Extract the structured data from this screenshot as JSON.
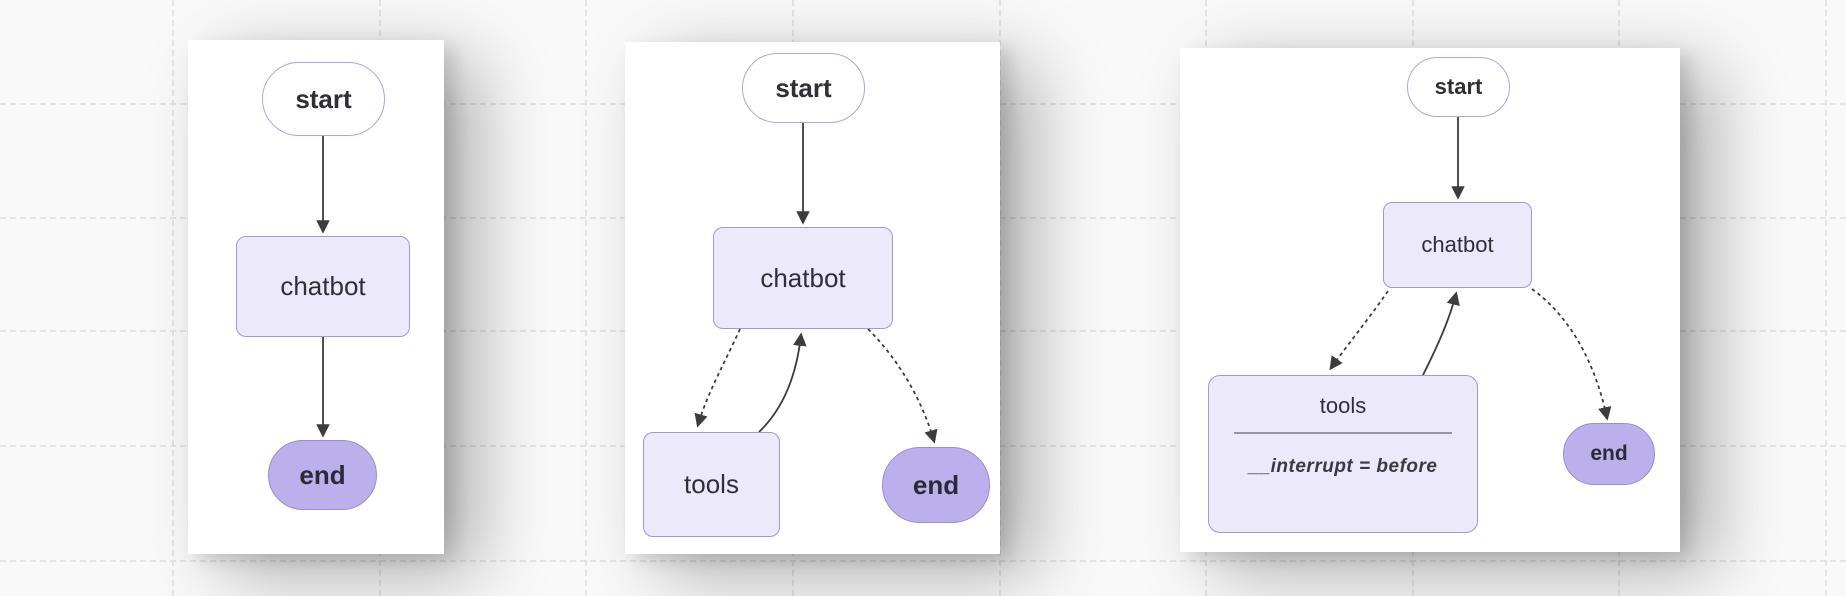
{
  "colors": {
    "canvas_bg": "#f9f9f9",
    "grid_line": "#e4e4e4",
    "panel_bg": "#ffffff",
    "node_fill": "#ece9fa",
    "node_border": "#a295da",
    "start_fill": "#ffffff",
    "start_border": "#b1a4e0",
    "end_fill": "#bcb0ec",
    "end_border": "#9c8bd6",
    "edge_color": "#3c3c3c",
    "text_color": "#2f2f38"
  },
  "panels": [
    {
      "nodes": {
        "start": "start",
        "chatbot": "chatbot",
        "end": "end"
      },
      "edges": [
        {
          "from": "start",
          "to": "chatbot",
          "style": "solid"
        },
        {
          "from": "chatbot",
          "to": "end",
          "style": "solid"
        }
      ]
    },
    {
      "nodes": {
        "start": "start",
        "chatbot": "chatbot",
        "tools": "tools",
        "end": "end"
      },
      "edges": [
        {
          "from": "start",
          "to": "chatbot",
          "style": "solid"
        },
        {
          "from": "chatbot",
          "to": "tools",
          "style": "dotted"
        },
        {
          "from": "tools",
          "to": "chatbot",
          "style": "solid"
        },
        {
          "from": "chatbot",
          "to": "end",
          "style": "dotted"
        }
      ]
    },
    {
      "nodes": {
        "start": "start",
        "chatbot": "chatbot",
        "tools": "tools",
        "tools_interrupt": "__interrupt = before",
        "end": "end"
      },
      "edges": [
        {
          "from": "start",
          "to": "chatbot",
          "style": "solid"
        },
        {
          "from": "chatbot",
          "to": "tools",
          "style": "dotted"
        },
        {
          "from": "tools",
          "to": "chatbot",
          "style": "solid"
        },
        {
          "from": "chatbot",
          "to": "end",
          "style": "dotted"
        }
      ]
    }
  ]
}
